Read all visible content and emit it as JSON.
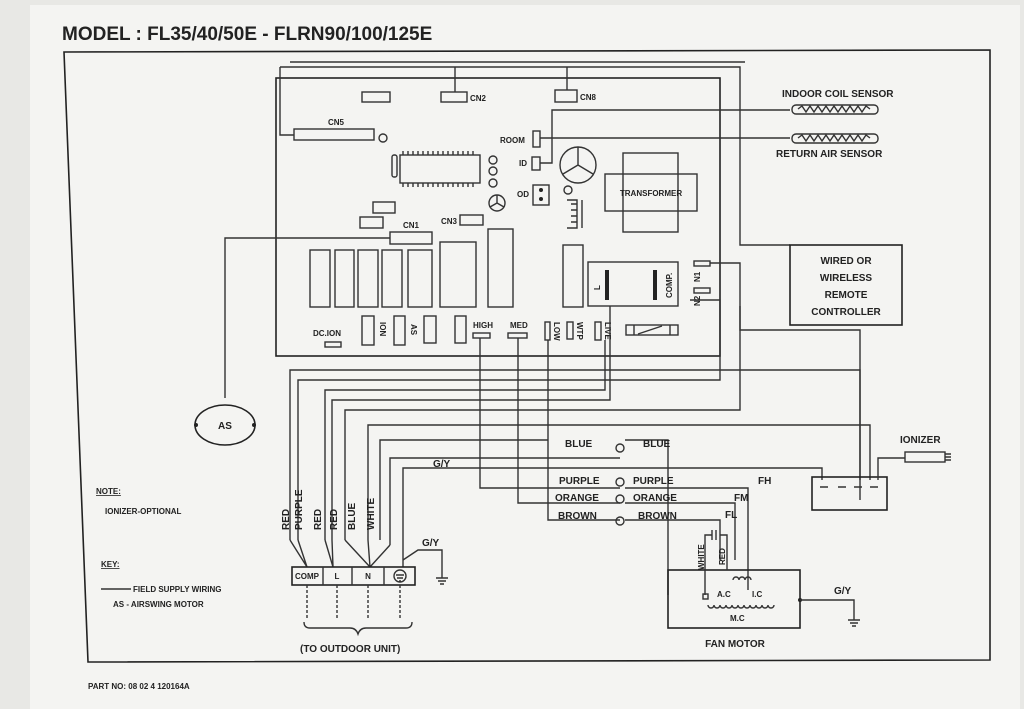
{
  "title": "MODEL : FL35/40/50E - FLRN90/100/125E",
  "part_no": "PART NO: 08 02 4 120164A",
  "pcb": {
    "connectors": {
      "cn1": "CN1",
      "cn2": "CN2",
      "cn3": "CN3",
      "cn5": "CN5",
      "cn8": "CN8",
      "room": "ROOM",
      "id": "ID",
      "od": "OD",
      "n1": "N1",
      "n2": "N2"
    },
    "transformer": "TRANSFORMER",
    "relay_l": "L",
    "relay_comp": "COMP.",
    "outputs": {
      "dc_ion": "DC.ION",
      "ion": "ION",
      "as": "AS",
      "high": "HIGH",
      "med": "MED",
      "low": "LOW",
      "wtp": "WTP",
      "live": "LIVE"
    }
  },
  "sensors": {
    "indoor_coil": "INDOOR COIL SENSOR",
    "return_air": "RETURN AIR SENSOR"
  },
  "remote_controller": [
    "WIRED OR",
    "WIRELESS",
    "REMOTE",
    "CONTROLLER"
  ],
  "airswing_motor": "AS",
  "ionizer": "IONIZER",
  "wires": {
    "terminal_wires": [
      "RED",
      "PURPLE",
      "RED",
      "RED",
      "BLUE",
      "WHITE"
    ],
    "gy": "G/Y",
    "connector_left": [
      "BLUE",
      "PURPLE",
      "ORANGE",
      "BROWN"
    ],
    "connector_right": [
      "BLUE",
      "PURPLE",
      "ORANGE",
      "BROWN"
    ],
    "speed_taps": [
      "FH",
      "FM",
      "FL"
    ]
  },
  "terminal_block": [
    "COMP",
    "L",
    "N"
  ],
  "ground_label": "G/Y",
  "outdoor_unit": "(TO OUTDOOR UNIT)",
  "fan_motor": {
    "label": "FAN MOTOR",
    "white": "WHITE",
    "red": "RED",
    "ac": "A.C",
    "ic": "I.C",
    "mc": "M.C",
    "gy": "G/Y"
  },
  "note": {
    "heading": "NOTE:",
    "text": "IONIZER-OPTIONAL"
  },
  "key": {
    "heading": "KEY:",
    "field_supply": "FIELD SUPPLY WIRING",
    "as": "AS - AIRSWING MOTOR"
  }
}
